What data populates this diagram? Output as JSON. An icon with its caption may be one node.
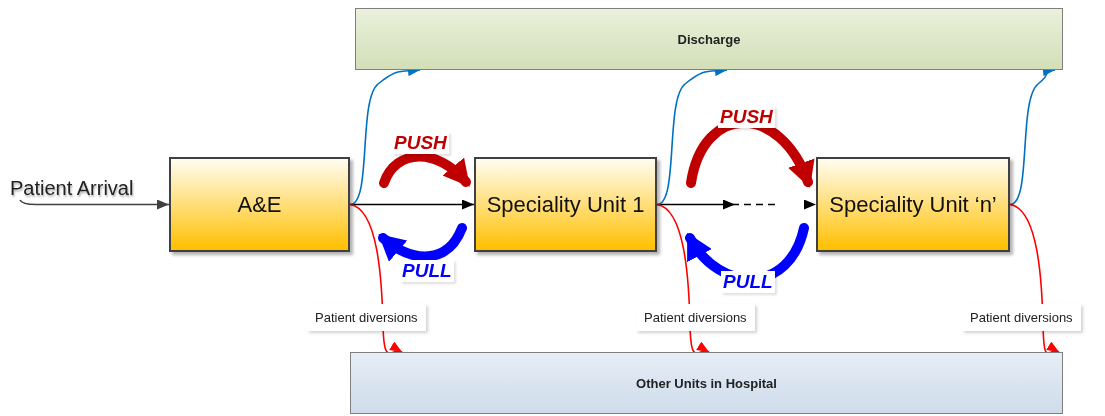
{
  "diagram": {
    "nodes": [
      {
        "text": [
          "Discharge"
        ]
      },
      {
        "text": [
          "Patient Arrival"
        ]
      },
      {
        "text": [
          "A&E"
        ]
      },
      {
        "text": [
          "Speciality Unit 1"
        ]
      },
      {
        "text": [
          "Speciality Unit ‘n’"
        ]
      },
      {
        "text": [
          "Other Units in Hospital"
        ]
      }
    ],
    "edges": [
      {
        "from": 1,
        "to": 2,
        "arrow": "to",
        "color": "#404040"
      },
      {
        "from": 2,
        "to": 3,
        "arrow": "to",
        "color": "#000000"
      },
      {
        "from": 3,
        "to": 4,
        "arrow": "to",
        "style": "dashed",
        "color": "#000000"
      },
      {
        "from": 2,
        "to": 3,
        "arrow": "to",
        "label": "PUSH",
        "style": "thick",
        "color": "#c00000"
      },
      {
        "from": 3,
        "to": 2,
        "arrow": "to",
        "label": "PULL",
        "style": "thick",
        "color": "#0000ff"
      },
      {
        "from": 3,
        "to": 4,
        "arrow": "to",
        "label": "PUSH",
        "style": "thick",
        "color": "#c00000"
      },
      {
        "from": 4,
        "to": 3,
        "arrow": "to",
        "label": "PULL",
        "style": "thick",
        "color": "#0000ff"
      },
      {
        "from": 2,
        "to": 0,
        "arrow": "to",
        "color": "#0070c0"
      },
      {
        "from": 3,
        "to": 0,
        "arrow": "to",
        "color": "#0070c0"
      },
      {
        "from": 4,
        "to": 0,
        "arrow": "to",
        "color": "#0070c0"
      },
      {
        "from": 2,
        "to": 5,
        "arrow": "to",
        "label": "Patient diversions",
        "color": "#ff0000"
      },
      {
        "from": 3,
        "to": 5,
        "arrow": "to",
        "label": "Patient diversions",
        "color": "#ff0000"
      },
      {
        "from": 4,
        "to": 5,
        "arrow": "to",
        "label": "Patient diversions",
        "color": "#ff0000"
      }
    ]
  }
}
